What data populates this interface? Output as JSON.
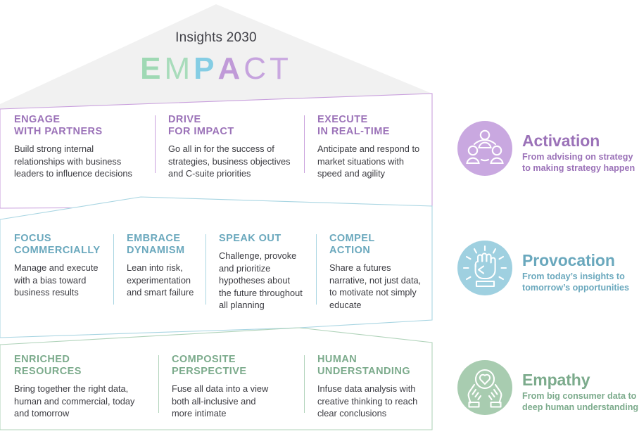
{
  "header": {
    "eyebrow": "Insights 2030",
    "wordmark": [
      {
        "char": "E",
        "weight": "bold",
        "color": "#9fd9b4"
      },
      {
        "char": "M",
        "weight": "thin",
        "color": "#a8dcbb"
      },
      {
        "char": "P",
        "weight": "bold",
        "color": "#85cde4"
      },
      {
        "char": "A",
        "weight": "bold",
        "color": "#c09ad8"
      },
      {
        "char": "C",
        "weight": "thin",
        "color": "#c6a3de"
      },
      {
        "char": "T",
        "weight": "thin",
        "color": "#c9a8e0"
      }
    ]
  },
  "bands": [
    {
      "id": "activation",
      "accent": "#9b72b8",
      "stroke": "#c9a0dd",
      "columns": [
        {
          "heading_lines": [
            "ENGAGE",
            "WITH PARTNERS"
          ],
          "body": "Build strong internal relationships with business leaders to influence decisions"
        },
        {
          "heading_lines": [
            "DRIVE",
            "FOR IMPACT"
          ],
          "body": "Go all in for the success of strategies, business objectives and C-suite priorities"
        },
        {
          "heading_lines": [
            "EXECUTE",
            "IN REAL-TIME"
          ],
          "body": "Anticipate and respond to market situations with speed and agility"
        }
      ]
    },
    {
      "id": "provocation",
      "accent": "#6aa8bd",
      "stroke": "#a8d5e2",
      "columns": [
        {
          "heading_lines": [
            "FOCUS",
            "COMMERCIALLY"
          ],
          "body": "Manage and execute with a bias toward business results"
        },
        {
          "heading_lines": [
            "EMBRACE",
            "DYNAMISM"
          ],
          "body": "Lean into risk, experimentation and smart failure"
        },
        {
          "heading_lines": [
            "SPEAK OUT"
          ],
          "body": "Challenge, provoke and prioritize hypotheses about the future throughout all planning"
        },
        {
          "heading_lines": [
            "COMPEL",
            "ACTION"
          ],
          "body": "Share a futures narrative, not just data, to motivate not simply educate"
        }
      ]
    },
    {
      "id": "empathy",
      "accent": "#7cab8c",
      "stroke": "#b0d3ba",
      "columns": [
        {
          "heading_lines": [
            "ENRICHED",
            "RESOURCES"
          ],
          "body": "Bring together the right data, human and commercial, today and tomorrow"
        },
        {
          "heading_lines": [
            "COMPOSITE",
            "PERSPECTIVE"
          ],
          "body": "Fuse all data into a view both all-inclusive and more intimate"
        },
        {
          "heading_lines": [
            "HUMAN",
            "UNDERSTANDING"
          ],
          "body": "Infuse data analysis with creative thinking to reach clear conclusions"
        }
      ]
    }
  ],
  "pillars": [
    {
      "icon": "people-network-icon",
      "title": "Activation",
      "subtitle": "From advising on strategy to making strategy happen",
      "circle_color": "#c9a8e0",
      "text_color": "#9b72b8"
    },
    {
      "icon": "raised-fist-icon",
      "title": "Provocation",
      "subtitle": "From today’s insights to tomorrow’s opportunities",
      "circle_color": "#9fd0e0",
      "text_color": "#6aa8bd"
    },
    {
      "icon": "hands-heart-icon",
      "title": "Empathy",
      "subtitle": "From big consumer data to deep human understanding",
      "circle_color": "#a8ccb0",
      "text_color": "#7cab8c"
    }
  ],
  "palette": {
    "pyramid_fill": "#f1f1f1",
    "background": "#ffffff",
    "body_text": "#3c3c42"
  }
}
